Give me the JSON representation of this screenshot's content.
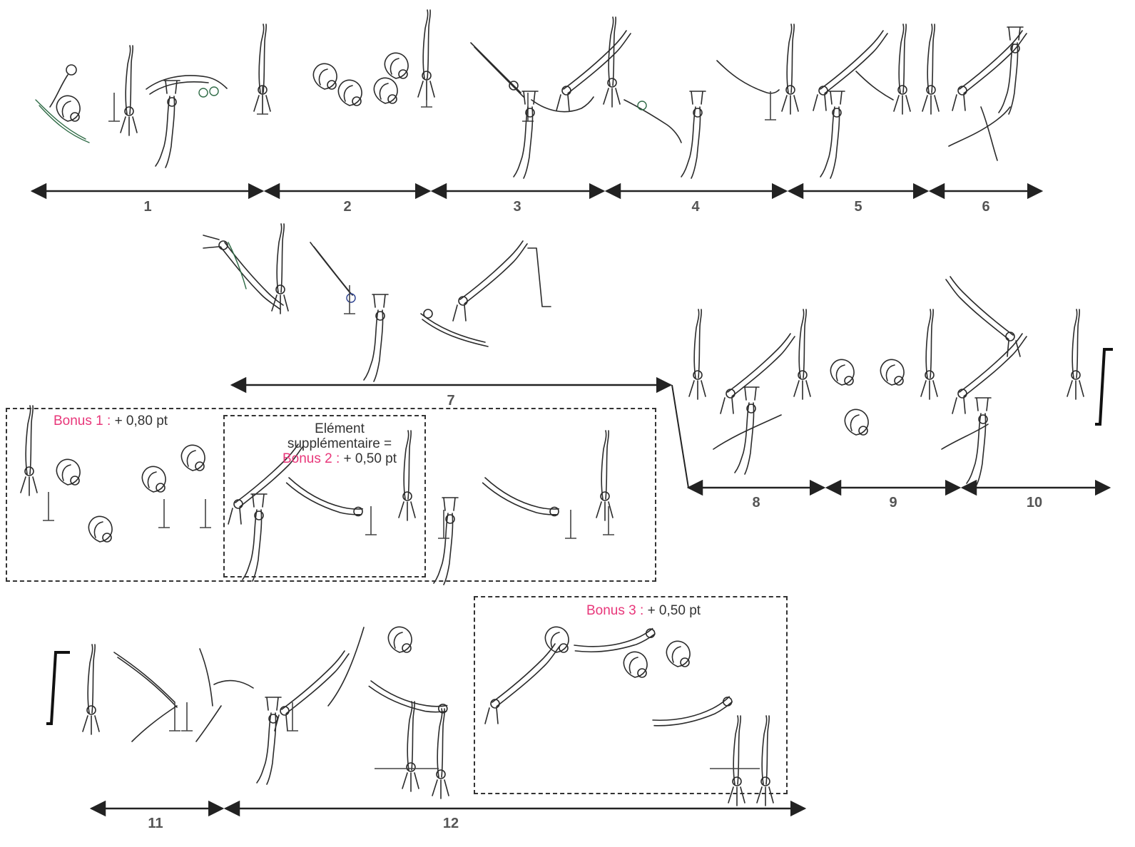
{
  "segments": [
    {
      "label": "1"
    },
    {
      "label": "2"
    },
    {
      "label": "3"
    },
    {
      "label": "4"
    },
    {
      "label": "5"
    },
    {
      "label": "6"
    },
    {
      "label": "7"
    },
    {
      "label": "8"
    },
    {
      "label": "9"
    },
    {
      "label": "10"
    },
    {
      "label": "11"
    },
    {
      "label": "12"
    }
  ],
  "bonus1": {
    "prefix": "Bonus 1 :",
    "value": "+ 0,80 pt"
  },
  "bonus2": {
    "line1": "Elément",
    "line2": "supplémentaire =",
    "prefix": "Bonus 2 :",
    "value": "+ 0,50 pt"
  },
  "bonus3": {
    "prefix": "Bonus 3 :",
    "value": "+ 0,50 pt"
  },
  "colors": {
    "accent": "#e8377a",
    "text": "#333333",
    "label": "#555555"
  }
}
